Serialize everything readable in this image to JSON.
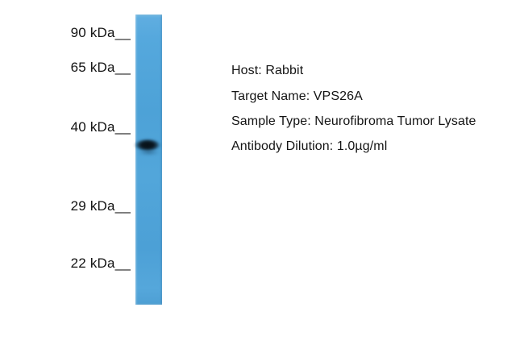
{
  "figure_type": "western-blot",
  "markers": [
    {
      "label": "90 kDa__"
    },
    {
      "label": "65 kDa__"
    },
    {
      "label": "40 kDa__"
    },
    {
      "label": "29 kDa__"
    },
    {
      "label": "22 kDa__"
    }
  ],
  "annotations": {
    "host": "Host: Rabbit",
    "target": "Target Name: VPS26A",
    "sample": "Sample Type: Neurofibroma Tumor Lysate",
    "dilution": "Antibody Dilution: 1.0µg/ml"
  },
  "colors": {
    "lane_blue": "#4fa3d9",
    "band_dark": "#0a141b",
    "text": "#141414",
    "background": "#ffffff"
  }
}
